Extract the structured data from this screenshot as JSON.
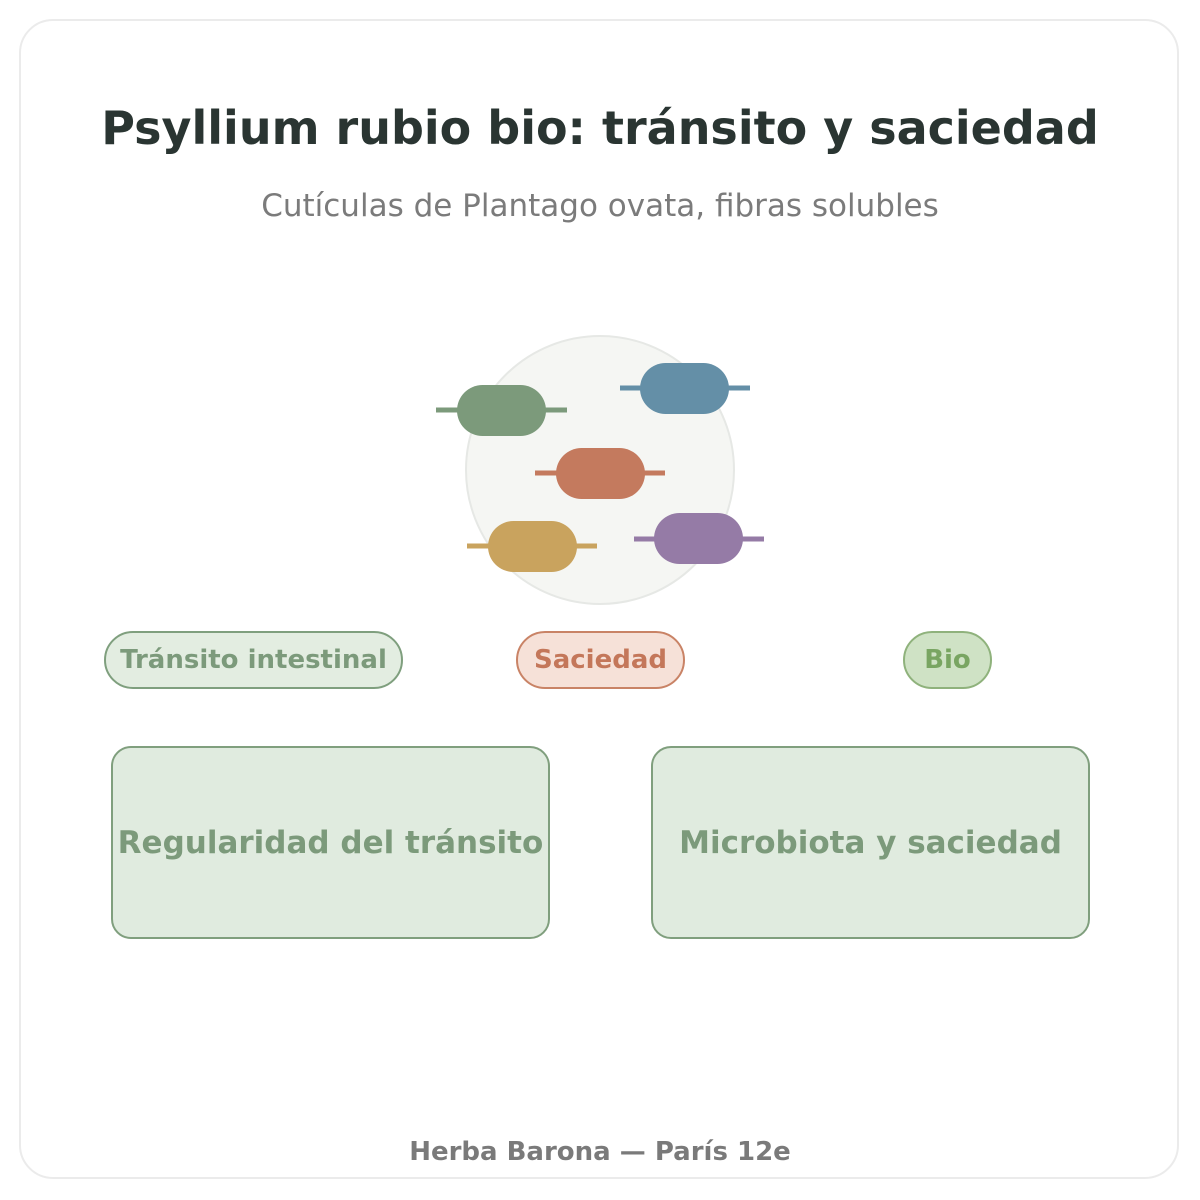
{
  "header": {
    "title": "Psyllium rubio bio: tránsito y saciedad",
    "subtitle": "Cutículas de Plantago ovata, fibras solubles"
  },
  "illustration": {
    "icon": "seed-husks-icon",
    "colors": {
      "circle_fill": "#f5f6f3",
      "circle_stroke": "#e6e8e5",
      "green": "#7c9a7b",
      "blue": "#648fa7",
      "terracotta": "#c47a5e",
      "ochre": "#c9a35e",
      "purple": "#957ba6"
    }
  },
  "tags": [
    {
      "label": "Tránsito intestinal",
      "color": "#7c9a7b"
    },
    {
      "label": "Saciedad",
      "color": "#c4775a"
    },
    {
      "label": "Bio",
      "color": "#79a562"
    }
  ],
  "benefits": [
    {
      "label": "Regularidad del tránsito"
    },
    {
      "label": "Microbiota y saciedad"
    }
  ],
  "footer": {
    "text": "Herba Barona — París 12e"
  }
}
